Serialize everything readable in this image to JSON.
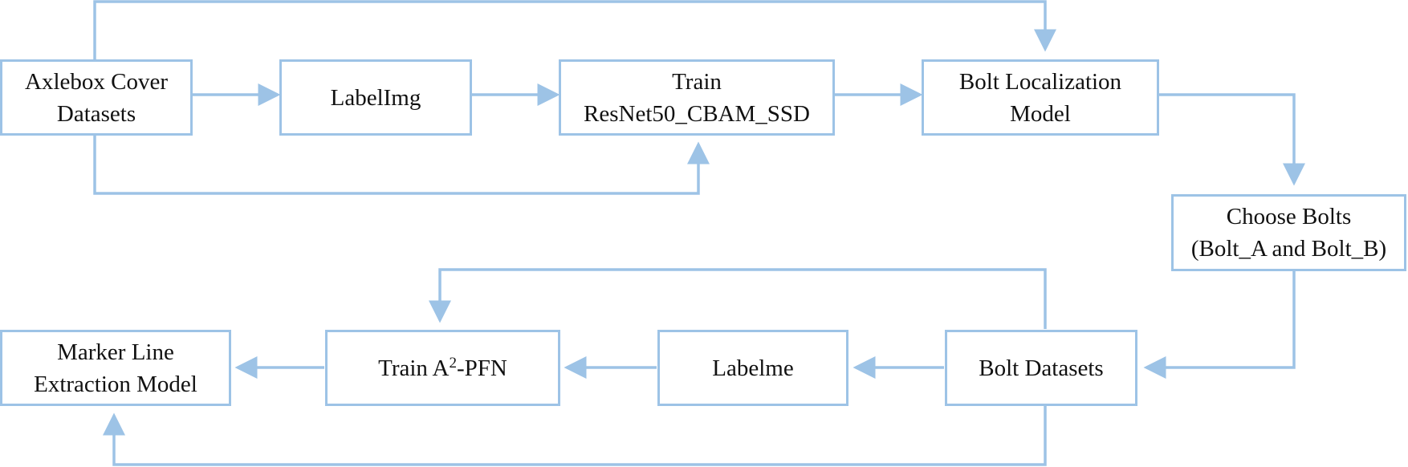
{
  "diagram": {
    "nodes": {
      "axlebox": {
        "line1": "Axlebox Cover",
        "line2": "Datasets"
      },
      "labelimg": {
        "label": "LabelImg"
      },
      "train_ssd": {
        "line1": "Train",
        "line2": "ResNet50_CBAM_SSD"
      },
      "bolt_loc": {
        "line1": "Bolt Localization",
        "line2": "Model"
      },
      "choose_bolts": {
        "line1": "Choose Bolts",
        "line2": "(Bolt_A and Bolt_B)"
      },
      "bolt_datasets": {
        "label": "Bolt Datasets"
      },
      "labelme": {
        "label": "Labelme"
      },
      "train_pfn": {
        "prefix": "Train A",
        "sup": "2",
        "suffix": "-PFN"
      },
      "marker_model": {
        "line1": "Marker Line",
        "line2": "Extraction Model"
      }
    },
    "edges": [
      {
        "from": "Axlebox Cover Datasets",
        "to": "LabelImg"
      },
      {
        "from": "LabelImg",
        "to": "Train ResNet50_CBAM_SSD"
      },
      {
        "from": "Axlebox Cover Datasets",
        "to": "Train ResNet50_CBAM_SSD"
      },
      {
        "from": "Train ResNet50_CBAM_SSD",
        "to": "Bolt Localization Model"
      },
      {
        "from": "Axlebox Cover Datasets",
        "to": "Bolt Localization Model"
      },
      {
        "from": "Bolt Localization Model",
        "to": "Choose Bolts (Bolt_A and Bolt_B)"
      },
      {
        "from": "Choose Bolts (Bolt_A and Bolt_B)",
        "to": "Bolt Datasets"
      },
      {
        "from": "Bolt Datasets",
        "to": "Labelme"
      },
      {
        "from": "Labelme",
        "to": "Train A2-PFN"
      },
      {
        "from": "Bolt Datasets",
        "to": "Train A2-PFN"
      },
      {
        "from": "Train A2-PFN",
        "to": "Marker Line Extraction Model"
      },
      {
        "from": "Bolt Datasets",
        "to": "Marker Line Extraction Model"
      }
    ],
    "colors": {
      "line": "#9dc3e6",
      "text": "#111111"
    }
  }
}
